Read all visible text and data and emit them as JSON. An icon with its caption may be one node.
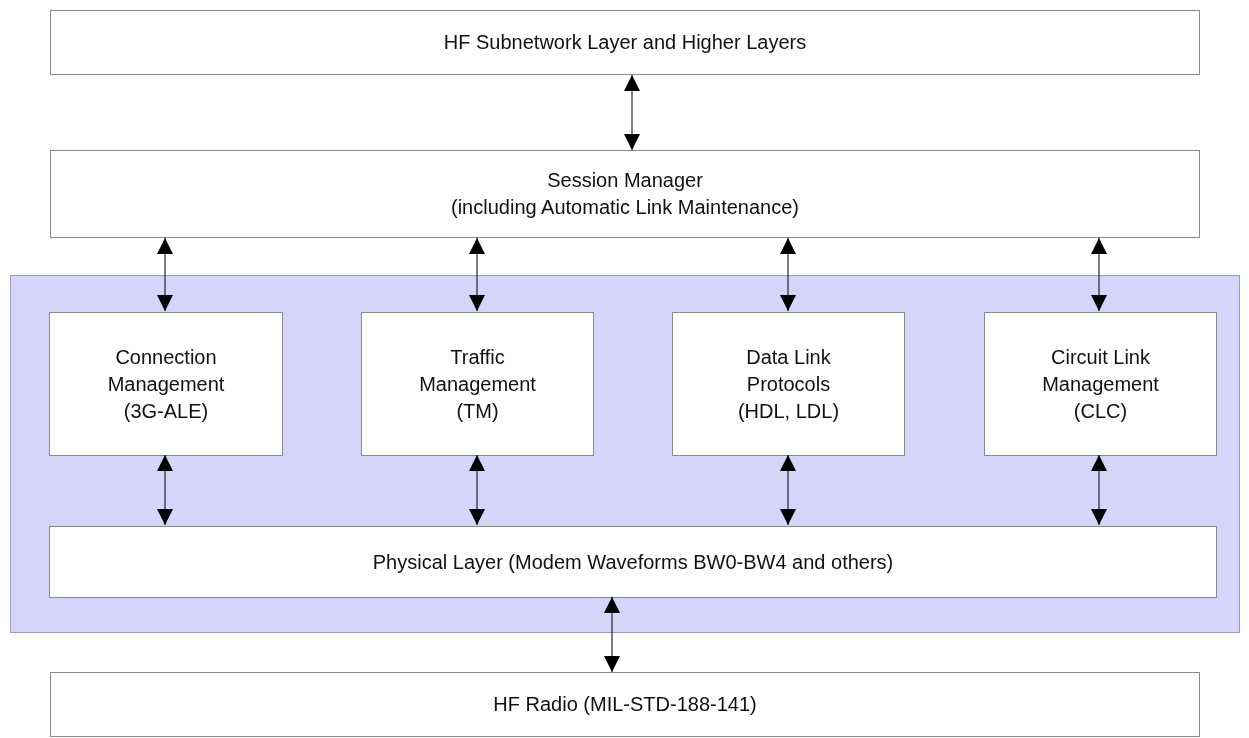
{
  "diagram": {
    "nodes": [
      {
        "text": [
          "HF Subnetwork Layer and Higher Layers"
        ]
      },
      {
        "text": [
          "Session Manager",
          "(including Automatic Link Maintenance)"
        ]
      },
      {
        "text": [],
        "shape": "box"
      },
      {
        "text": [
          "Connection Management (3G-ALE)"
        ],
        "in": 2
      },
      {
        "text": [
          "Traffic Management (TM)"
        ],
        "in": 2
      },
      {
        "text": [
          "Data Link Protocols (HDL, LDL)"
        ],
        "in": 2
      },
      {
        "text": [
          "Circuit Link Management (CLC)"
        ],
        "in": 2
      },
      {
        "text": [
          "Physical Layer (Modem Waveforms BW0-BW4 and others)"
        ],
        "in": 2
      },
      {
        "text": [
          "HF Radio (MIL-STD-188-141)"
        ]
      }
    ],
    "edges": [
      {
        "from": 0,
        "to": 1,
        "arrow": "both"
      },
      {
        "from": 1,
        "to": 3,
        "arrow": "both"
      },
      {
        "from": 1,
        "to": 4,
        "arrow": "both"
      },
      {
        "from": 1,
        "to": 5,
        "arrow": "both"
      },
      {
        "from": 1,
        "to": 6,
        "arrow": "both"
      },
      {
        "from": 3,
        "to": 7,
        "arrow": "both"
      },
      {
        "from": 4,
        "to": 7,
        "arrow": "both"
      },
      {
        "from": 5,
        "to": 7,
        "arrow": "both"
      },
      {
        "from": 6,
        "to": 7,
        "arrow": "both"
      },
      {
        "from": 7,
        "to": 8,
        "arrow": "both"
      }
    ]
  }
}
